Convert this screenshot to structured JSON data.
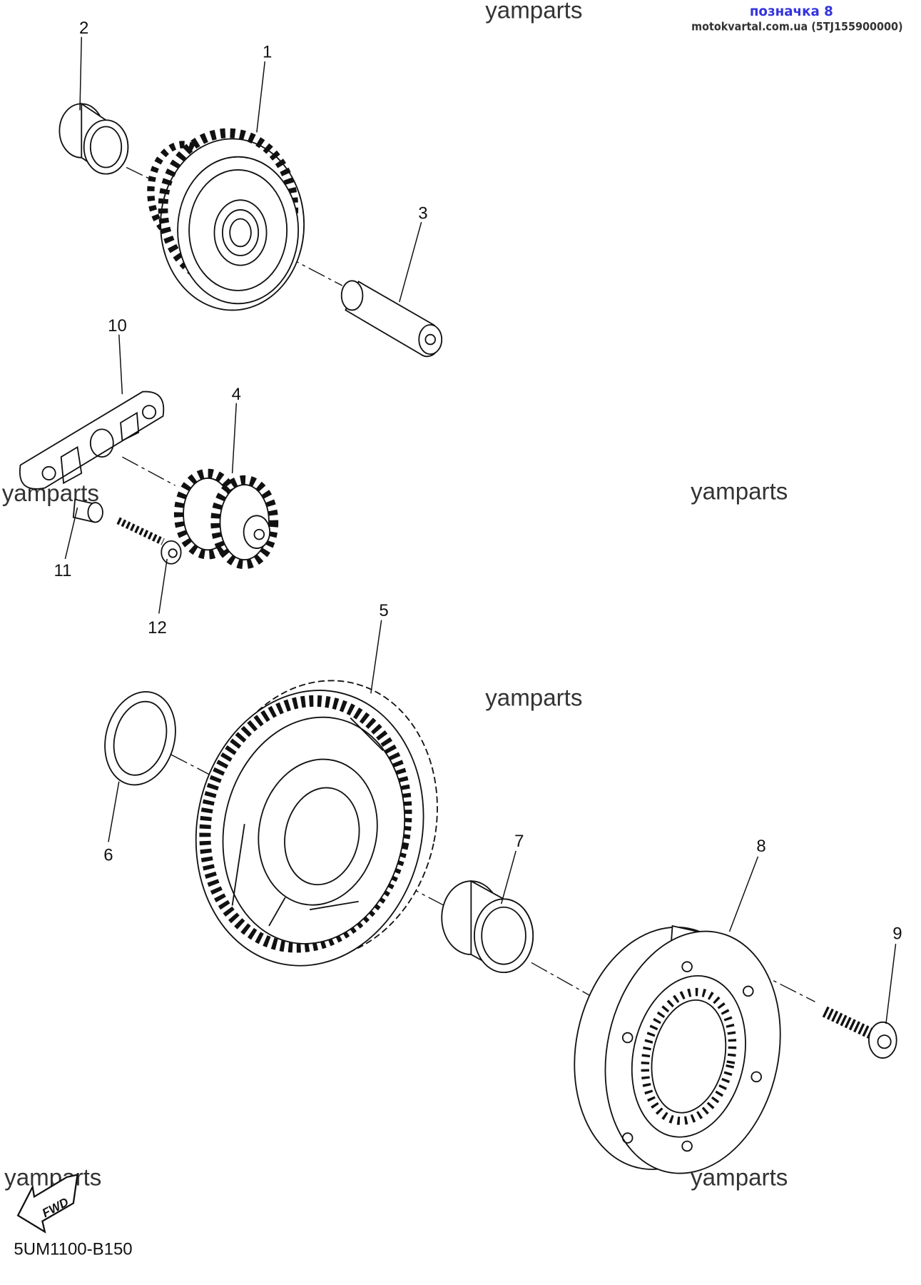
{
  "header": {
    "badge": "позначка 8",
    "source": "motokvartal.com.ua (5TJ155900000)"
  },
  "watermark": "yamparts",
  "callouts": {
    "n1": "1",
    "n2": "2",
    "n3": "3",
    "n4": "4",
    "n5": "5",
    "n6": "6",
    "n7": "7",
    "n8": "8",
    "n9": "9",
    "n10": "10",
    "n11": "11",
    "n12": "12"
  },
  "fwd_label": "FWD",
  "diagram_code": "5UM1100-B150"
}
